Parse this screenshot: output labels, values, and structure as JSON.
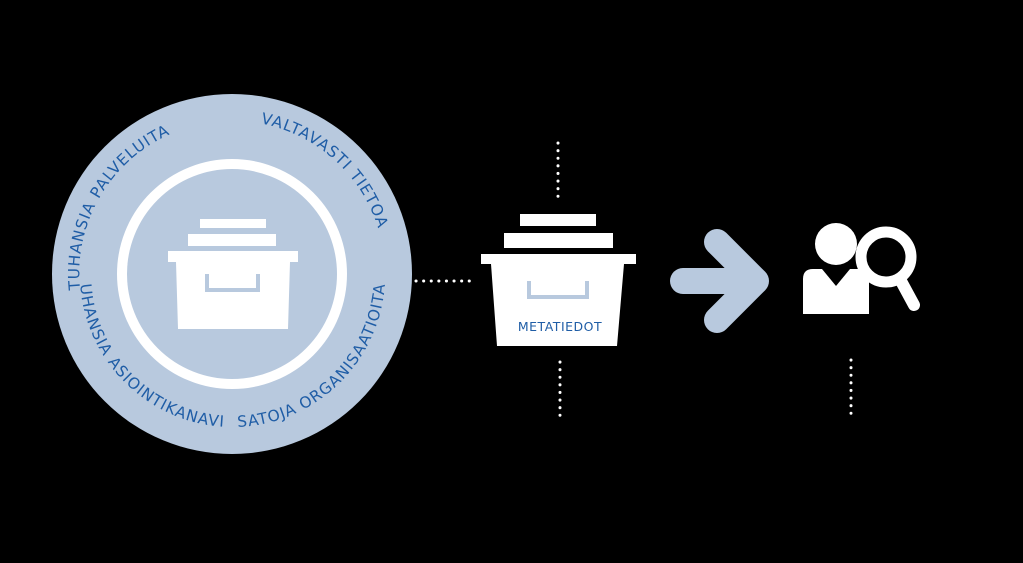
{
  "diagram": {
    "ring_labels": {
      "top_left": "TUHANSIA PALVELUITA",
      "top_right": "VALTAVASTI TIETOA",
      "bottom_right": "SATOJA ORGANISAATIOITA",
      "bottom_left": "TUHANSIA ASIOINTIKANAVIA"
    },
    "metadata_box": {
      "label": "METATIEDOT"
    },
    "icons": {
      "central_archive": "file-drawer-icon",
      "metadata_archive": "file-drawer-icon",
      "flow_arrow": "arrow-right-icon",
      "user_search": "user-search-icon"
    },
    "colors": {
      "background": "#000000",
      "circle_fill": "#b8c9de",
      "label_text": "#1f5da6",
      "foreground": "#ffffff"
    }
  }
}
